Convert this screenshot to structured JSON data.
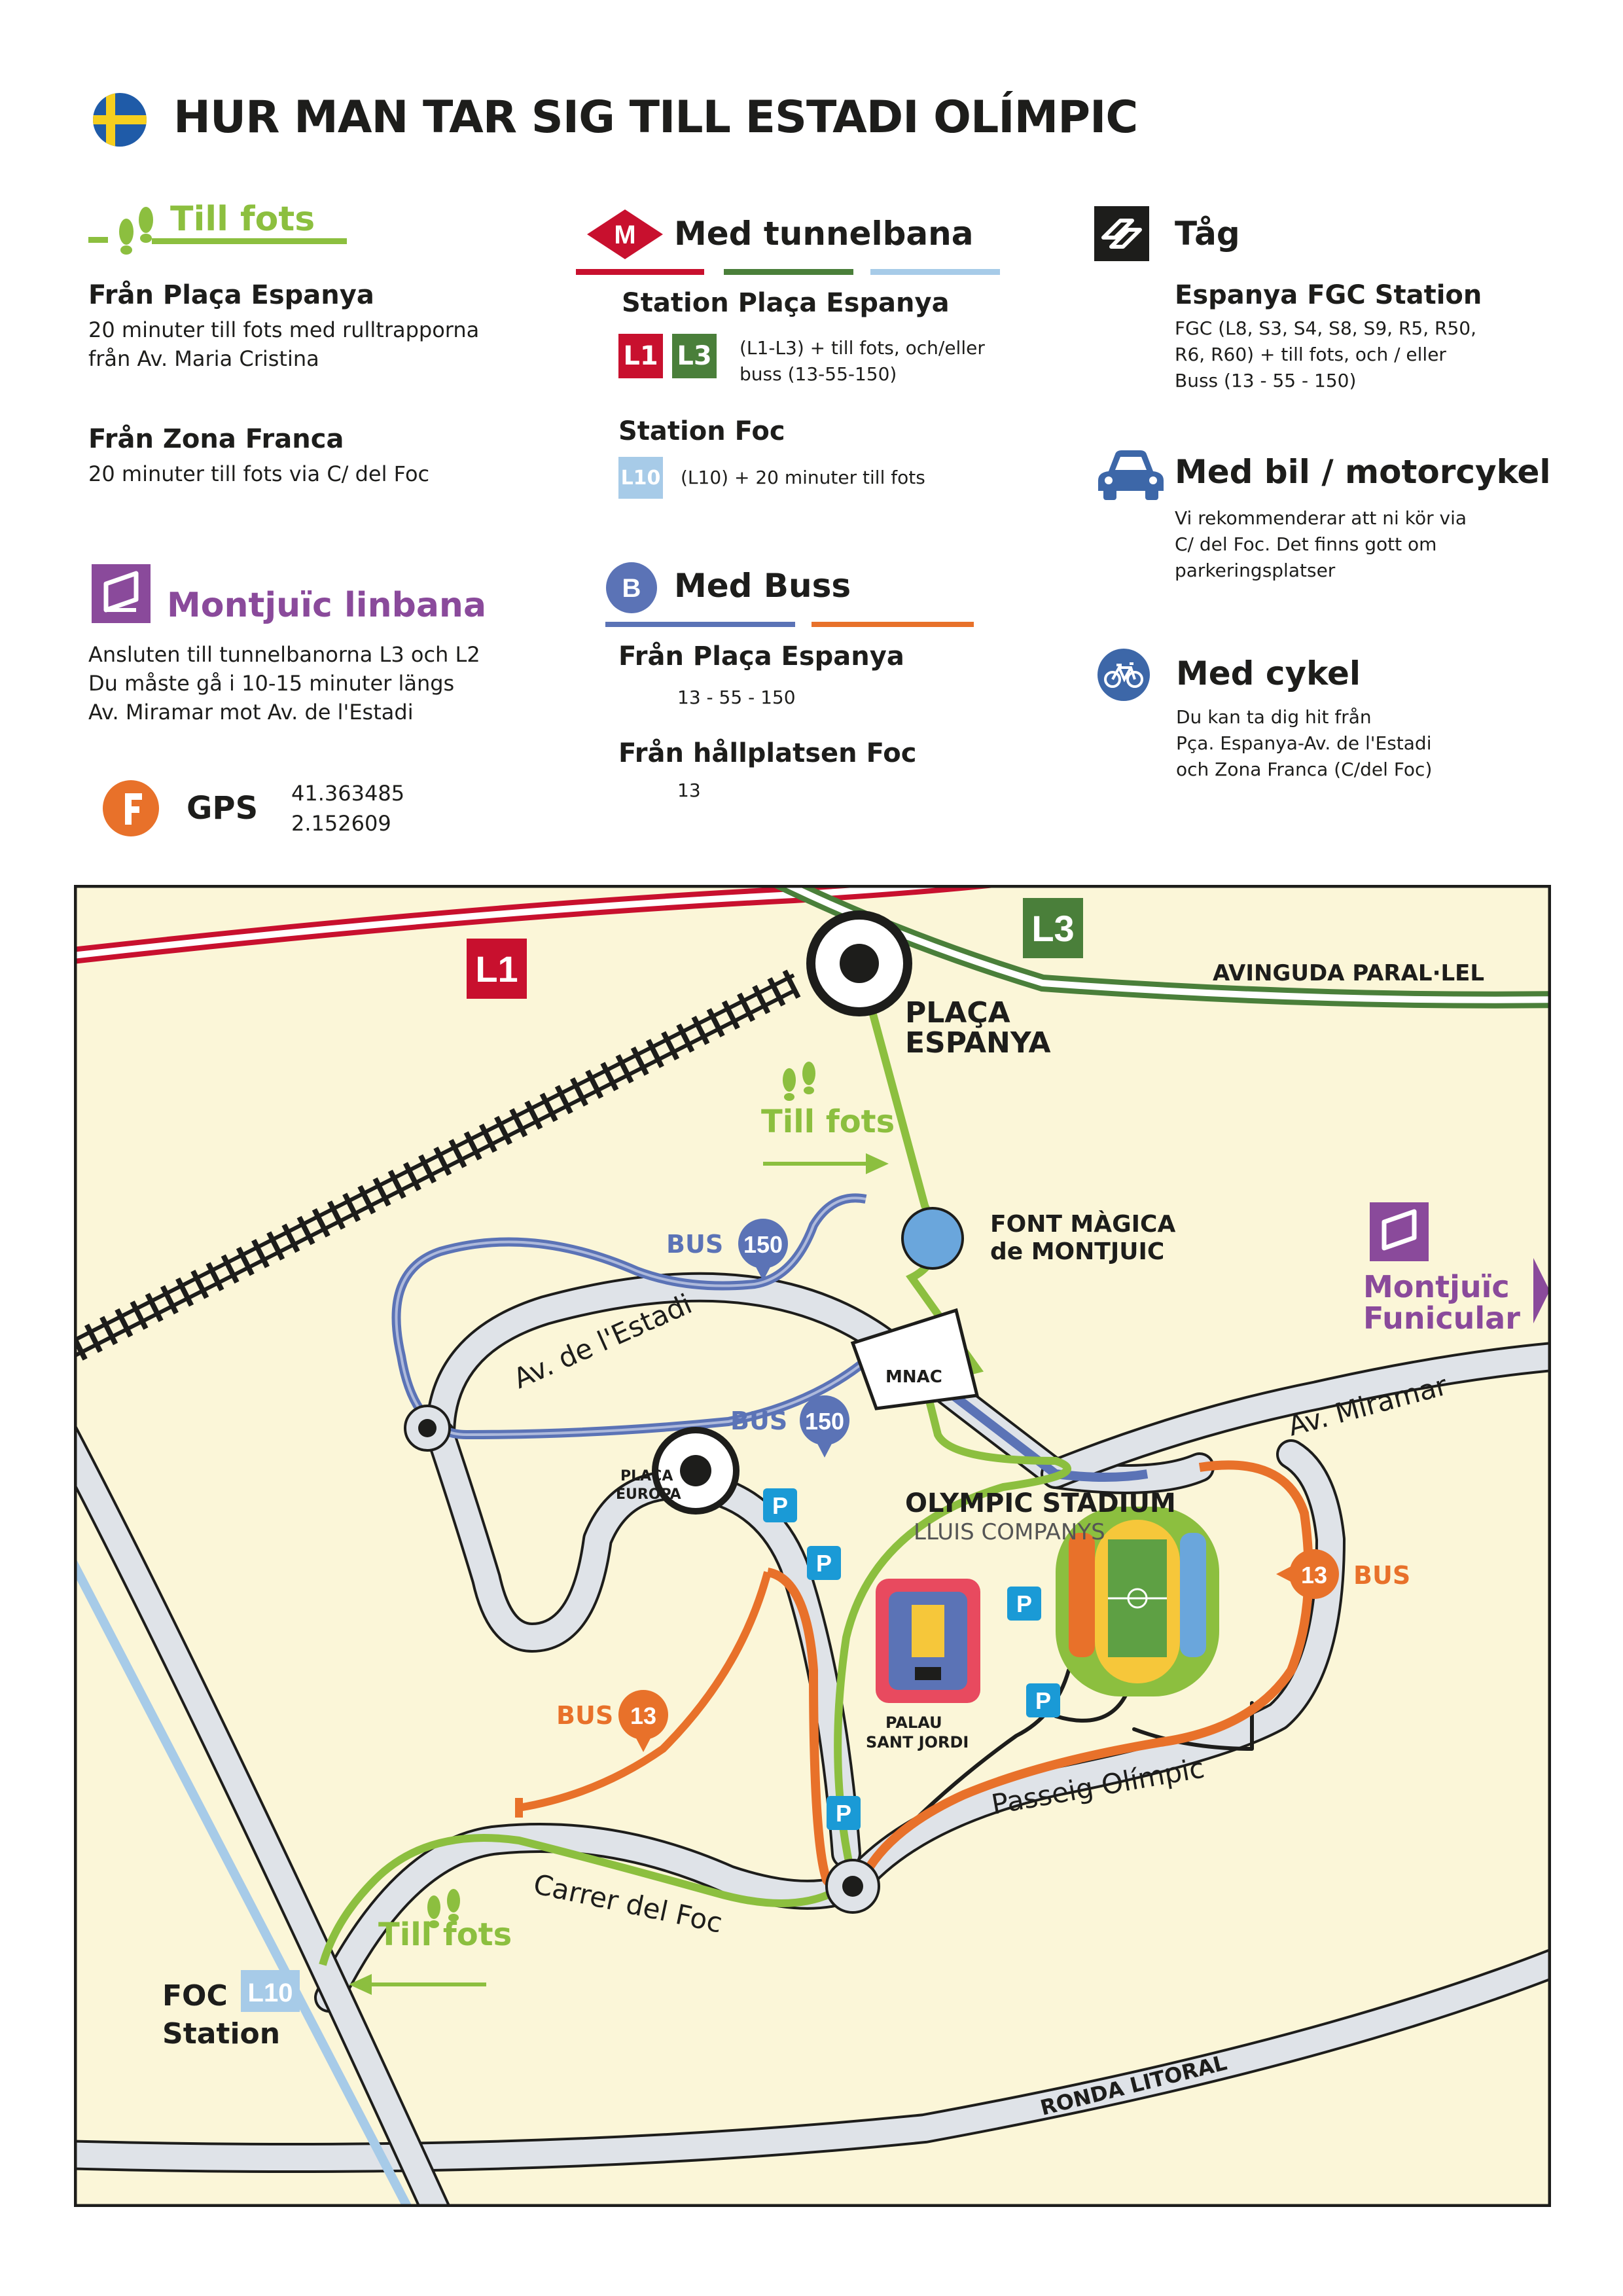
{
  "title": "HUR MAN TAR SIG TILL ESTADI OLÍMPIC",
  "colors": {
    "walk_green": "#8cbf3f",
    "metro_red": "#c8102e",
    "metro_green": "#4a7f3a",
    "metro_lightblue": "#a7cbe8",
    "bus_blue": "#5b73b6",
    "bus_orange": "#e8712a",
    "funicular_purple": "#8a4a9b",
    "map_bg": "#fbf6d8"
  },
  "walk": {
    "heading": "Till fots",
    "icon": "footprints-icon",
    "from1_title": "Från Plaça Espanya",
    "from1_line1": "20 minuter till fots med rulltrapporna",
    "from1_line2": "från Av. Maria Cristina",
    "from2_title": "Från Zona Franca",
    "from2_line1": "20 minuter till fots via C/ del Foc"
  },
  "funicular": {
    "heading": "Montjuïc linbana",
    "icon": "funicular-icon",
    "line1": "Ansluten till tunnelbanorna L3 och L2",
    "line2": "Du måste gå i 10-15 minuter längs",
    "line3": "Av. Miramar mot Av. de l'Estadi"
  },
  "gps": {
    "label": "GPS",
    "icon": "location-pin-icon",
    "lat": "41.363485",
    "lon": "2.152609"
  },
  "metro": {
    "heading": "Med tunnelbana",
    "icon_letter": "M",
    "station1": "Station Plaça Espanya",
    "badge_l1": "L1",
    "badge_l3": "L3",
    "station1_line1": "(L1-L3) + till fots, och/eller",
    "station1_line2": "buss (13-55-150)",
    "station2": "Station Foc",
    "badge_l10": "L10",
    "station2_line1": "(L10) + 20 minuter till fots"
  },
  "bus": {
    "heading": "Med Buss",
    "icon_letter": "B",
    "from1_title": "Från Plaça Espanya",
    "from1_lines": "13 - 55 - 150",
    "from2_title": "Från hållplatsen Foc",
    "from2_lines": "13"
  },
  "train": {
    "heading": "Tåg",
    "icon": "fgc-train-icon",
    "station": "Espanya FGC Station",
    "line1": "FGC (L8, S3, S4, S8, S9, R5, R50,",
    "line2": "R6, R60) + till fots, och / eller",
    "line3": "Buss (13 - 55 - 150)"
  },
  "car": {
    "heading": "Med bil / motorcykel",
    "icon": "car-icon",
    "line1": "Vi rekommenderar att ni kör via",
    "line2": "C/ del Foc. Det finns gott om",
    "line3": "parkeringsplatser"
  },
  "bike": {
    "heading": "Med cykel",
    "icon": "bicycle-icon",
    "line1": "Du kan ta dig hit från",
    "line2": "Pça. Espanya-Av. de l'Estadi",
    "line3": "och Zona Franca (C/del Foc)"
  },
  "map": {
    "l1": "L1",
    "l3": "L3",
    "l10": "L10",
    "paralel": "AVINGUDA PARAL·LEL",
    "placa_espanya_1": "PLAÇA",
    "placa_espanya_2": "ESPANYA",
    "till_fots_top": "Till fots",
    "till_fots_bottom": "Till fots",
    "font_magica_1": "FONT MÀGICA",
    "font_magica_2": "de MONTJUIC",
    "funicular_1": "Montjuïc",
    "funicular_2": "Funicular",
    "bus_label": "BUS",
    "bus_150": "150",
    "bus_13": "13",
    "av_estadi": "Av. de l'Estadi",
    "av_miramar": "Av. Miramar",
    "mnac": "MNAC",
    "placa_europa_1": "PLAÇA",
    "placa_europa_2": "EUROPA",
    "olympic_1": "OLYMPIC STADIUM",
    "olympic_2": "LLUIS COMPANYS",
    "palau_1": "PALAU",
    "palau_2": "SANT JORDI",
    "parking": "P",
    "passeig": "Passeig Olímpic",
    "carrer_foc": "Carrer del Foc",
    "foc_1": "FOC",
    "foc_2": "Station",
    "ronda": "RONDA LITORAL"
  }
}
